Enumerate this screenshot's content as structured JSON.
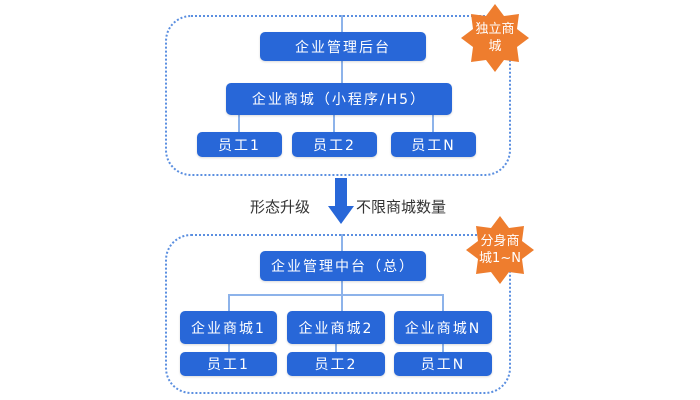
{
  "top": {
    "admin": "企业管理后台",
    "mall": "企业商城（小程序/H5）",
    "employees": [
      "员工1",
      "员工2",
      "员工N"
    ],
    "badge": "独立商城"
  },
  "transition": {
    "left": "形态升级",
    "right": "不限商城数量"
  },
  "bottom": {
    "admin": "企业管理中台（总）",
    "malls": [
      "企业商城1",
      "企业商城2",
      "企业商城N"
    ],
    "employees": [
      "员工1",
      "员工2",
      "员工N"
    ],
    "badge": "分身商城1~N"
  },
  "colors": {
    "box": "#2867d8",
    "badge": "#ee7d2e",
    "connector": "#8db3ea"
  }
}
